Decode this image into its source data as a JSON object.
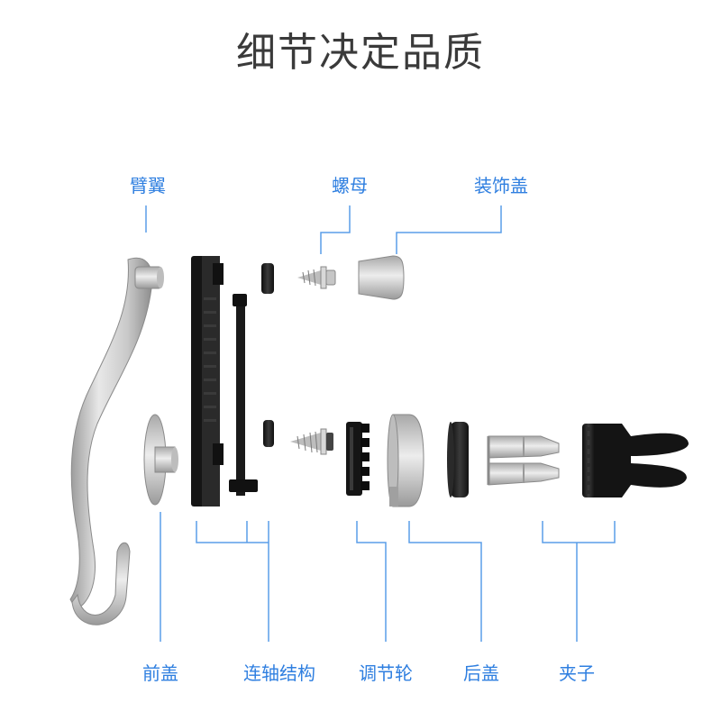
{
  "title": "细节决定品质",
  "colors": {
    "label": "#2f7fe0",
    "leader": "#5a9de8",
    "title": "#3a3a3a",
    "black_part": "#1a1a1a",
    "silver_part": "#cfcfcf"
  },
  "parts_top": [
    {
      "label": "臂翼"
    },
    {
      "label": "螺母"
    },
    {
      "label": "装饰盖"
    }
  ],
  "parts_bottom": [
    {
      "label": "前盖"
    },
    {
      "label": "连轴结构"
    },
    {
      "label": "调节轮"
    },
    {
      "label": "后盖"
    },
    {
      "label": "夹子"
    }
  ]
}
